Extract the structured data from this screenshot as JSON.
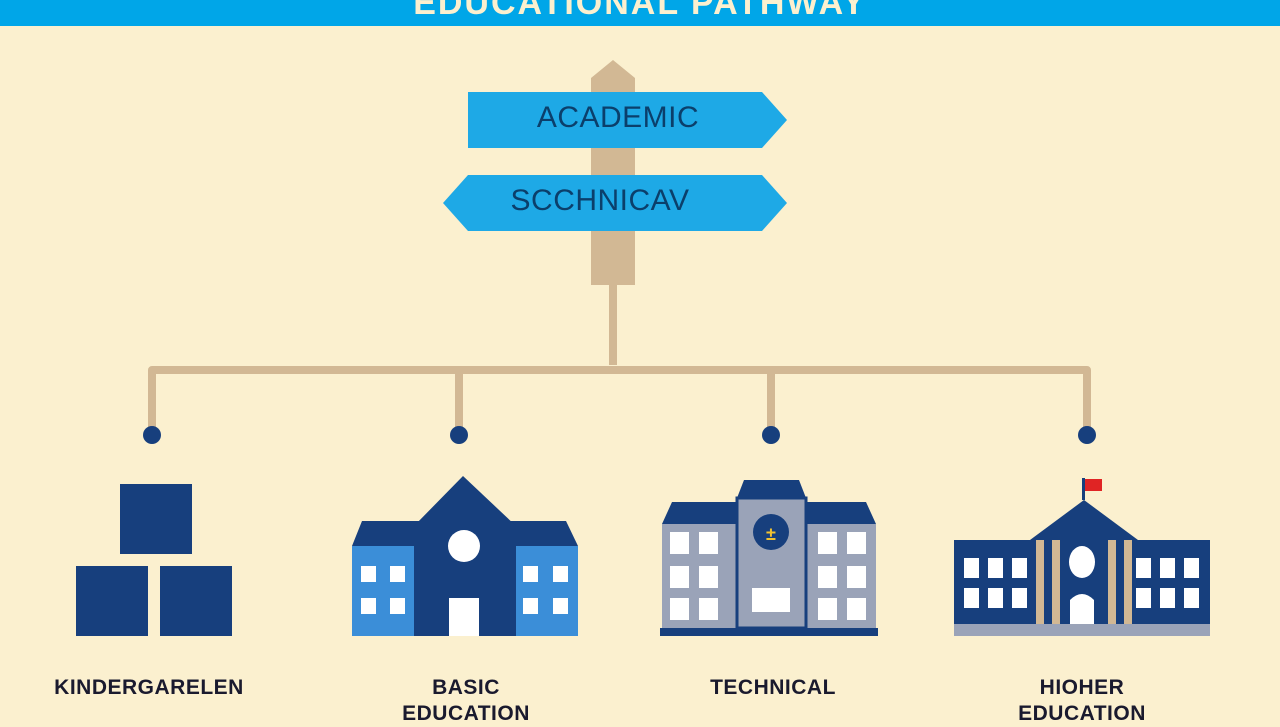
{
  "banner": {
    "title": "EDUCATIONAL PATHWAY"
  },
  "signpost": {
    "sign_top": "ACADEMIC",
    "sign_bottom": "SCCHNICAV"
  },
  "levels": [
    {
      "label": "KINDERGARELEN",
      "icon": "blocks-icon"
    },
    {
      "label": "BASIC\nEDUCATION",
      "icon": "school-building-icon"
    },
    {
      "label": "TECHNICAL",
      "icon": "technical-building-icon"
    },
    {
      "label": "HIOHER\nEDUCATION",
      "icon": "university-building-icon"
    }
  ],
  "colors": {
    "background": "#fbf0cf",
    "banner": "#00a6e8",
    "sign": "#1ea9e6",
    "post": "#d2b894",
    "navy": "#173f7d",
    "light_blue": "#3b8ed8",
    "gray": "#9aa3b8",
    "flag": "#e02424"
  }
}
